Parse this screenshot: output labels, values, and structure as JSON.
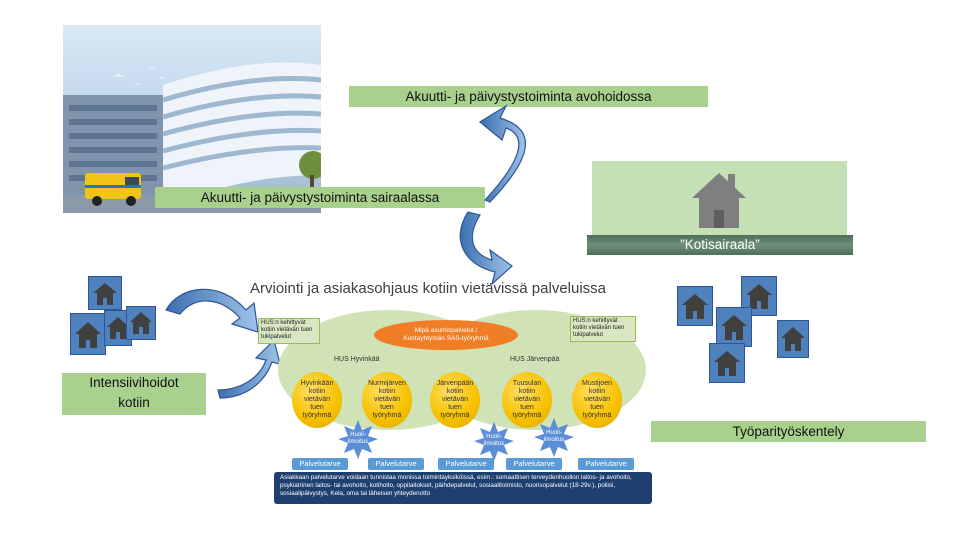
{
  "labels": {
    "avohoito": "Akuutti- ja päivystystoiminta avohoidossa",
    "sairaala": "Akuutti- ja päivystystoiminta sairaalassa",
    "kotisairaala": "”Kotisairaala”",
    "intensiivi_line1": "Intensiivihoidot",
    "intensiivi_line2": "kotiin",
    "tyopari": "Työparityöskentely"
  },
  "inner_chart": {
    "title": "Arviointi ja asiakasohjaus kotiin vietävissä palveluissa",
    "left_tag": "HUS:n kehittyvät kotiin vietävän tuen tukipalvelut",
    "right_tag": "HUS:n kehittyvät kotiin vietävän tuen tukipalvelut",
    "center_oval_line1": "Mipä asumispalvelut /",
    "center_oval_line2": "Kuntayhtymän SAS-työryhmä",
    "region_left": "HUS Hyvinkää",
    "region_right": "HUS Järvenpää",
    "bubbles": [
      {
        "name": "Hyvinkään",
        "text": "kotiin vietävän tuen työryhmä"
      },
      {
        "name": "Nurmijärven",
        "text": "kotiin vietävän tuen työryhmä"
      },
      {
        "name": "Järvenpään",
        "text": "kotiin vietävän tuen työryhmä"
      },
      {
        "name": "Tuusulan",
        "text": "kotiin vietävän tuen työryhmä"
      },
      {
        "name": "Mustijoen",
        "text": "kotiin vietävän tuen työryhmä"
      }
    ],
    "burst_label": "Huoli-ilmoitus",
    "palvelutarve": "Palvelutarve",
    "bottom_text": "Asiakkaan palvelutarve voidaan tunnistaa monissa toimintayksiköissä, esim.: somaattisen terveydenhuollon laitos- ja avohoito, psykiatrinen laitos- tai avohoito, kotihoito, oppilaitokset, päihdepalvelut, sosiaalitoimisto, nuorisopalvelut (18-29v.), poliisi, sosiaalipäivystys, Kela, oma tai läheisen yhteydenotto"
  },
  "colors": {
    "label_green": "#a9d18e",
    "house_blue": "#4f81bd",
    "arrow_blue": "#4f81bd",
    "kotisairaala_bg": "#c5e0b4"
  }
}
